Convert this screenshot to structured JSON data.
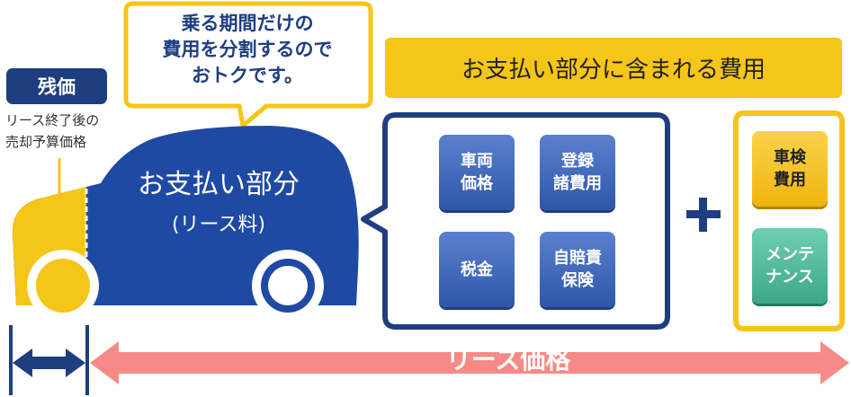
{
  "residual": {
    "badge": "残価",
    "desc_lines": [
      "リース終了後の",
      "売却予算価格"
    ]
  },
  "callout": {
    "lines": [
      "乗る期間だけの",
      "費用を分割するので",
      "おトクです。"
    ]
  },
  "car": {
    "main": "お支払い部分",
    "sub": "(リース料)"
  },
  "header": {
    "title": "お支払い部分に含まれる費用"
  },
  "included_costs": [
    {
      "lines": [
        "車両",
        "価格"
      ]
    },
    {
      "lines": [
        "登録",
        "諸費用"
      ]
    },
    {
      "lines": [
        "税金"
      ]
    },
    {
      "lines": [
        "自賠責",
        "保険"
      ]
    }
  ],
  "optional_costs": [
    {
      "lines": [
        "車検",
        "費用"
      ]
    },
    {
      "lines": [
        "メンテ",
        "ナンス"
      ]
    }
  ],
  "lease_price": {
    "label": "リース価格"
  },
  "colors": {
    "navy": "#1e3e80",
    "gold": "#f5c518",
    "salmon": "#f78a86",
    "teal": "#3ea88a",
    "car_blue": "#1f4aa3"
  }
}
